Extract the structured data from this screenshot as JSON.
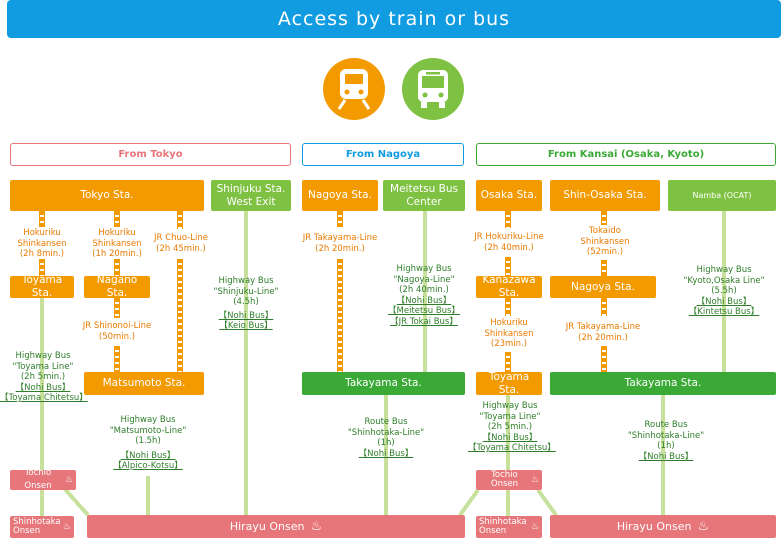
{
  "title": "Access by train or bus",
  "icons": {
    "train": "train-icon",
    "bus": "bus-icon"
  },
  "colors": {
    "banner": "#119be0",
    "rail": "#f39a00",
    "bus_stop": "#7fc142",
    "hub": "#3aa935",
    "onsen": "#e6767a",
    "tokyo_header": "#e6767a",
    "nagoya_header": "#119be0",
    "kansai_header": "#3aa935"
  },
  "headers": {
    "tokyo": "From Tokyo",
    "nagoya": "From Nagoya",
    "kansai": "From Kansai (Osaka, Kyoto)"
  },
  "stations": {
    "tokyo_sta": "Tokyo Sta.",
    "shinjuku": "Shinjuku Sta. West Exit",
    "nagoya_sta": "Nagoya Sta.",
    "meitetsu": "Meitetsu Bus Center",
    "osaka_sta": "Osaka Sta.",
    "shin_osaka": "Shin-Osaka Sta.",
    "namba": "Namba (OCAT)",
    "toyama_tokyo": "Toyama Sta.",
    "nagano": "Nagano Sta.",
    "matsumoto": "Matsumoto Sta.",
    "takayama_nagoya": "Takayama Sta.",
    "kanazawa": "Kanazawa Sta.",
    "nagoya_kansai": "Nagoya Sta.",
    "toyama_kansai": "Toyama Sta.",
    "takayama_kansai": "Takayama Sta.",
    "tochio_left": "Tochio Onsen",
    "tochio_right": "Tochio Onsen",
    "shinhotaka_left": "Shinhotaka Onsen",
    "shinhotaka_right": "Shinhotaka Onsen",
    "hirayu_left": "Hirayu Onsen",
    "hirayu_right": "Hirayu Onsen"
  },
  "routes": {
    "hokuriku1": [
      "Hokuriku",
      "Shinkansen",
      "(2h 8min.)"
    ],
    "hokuriku2": [
      "Hokuriku",
      "Shinkansen",
      "(1h 20min.)"
    ],
    "chuo": [
      "JR Chuo-Line",
      "(2h 45min.)"
    ],
    "shinonoi": [
      "JR Shinonoi-Line",
      "(50min.)"
    ],
    "toyama_bus": {
      "lines": [
        "Highway Bus",
        "\"Toyama Line\"",
        "(2h 5min.)"
      ],
      "companies": [
        "【Nohi Bus】",
        "【Toyama Chitetsu】"
      ]
    },
    "matsumoto_bus": {
      "lines": [
        "Highway Bus",
        "\"Matsumoto-Line\"",
        "(1.5h)"
      ],
      "companies": [
        "【Nohi Bus】",
        "【Alpico-Kotsu】"
      ]
    },
    "shinjuku_bus": {
      "lines": [
        "Highway Bus",
        "\"Shinjuku-Line\"",
        "(4.5h)"
      ],
      "companies": [
        "【Nohi Bus】",
        "【Keio Bus】"
      ]
    },
    "takayama_line": [
      "JR Takayama-Line",
      "(2h 20min.)"
    ],
    "nagoya_bus": {
      "lines": [
        "Highway Bus",
        "\"Nagoya-Line\"",
        "(2h 40min.)"
      ],
      "companies": [
        "【Nohi Bus】",
        "【Meitetsu Bus】",
        "【JR Tokai Bus】"
      ]
    },
    "route_bus_nagoya": {
      "lines": [
        "Route Bus",
        "\"Shinhotaka-Line\"",
        "(1h)"
      ],
      "companies": [
        "【Nohi Bus】"
      ]
    },
    "jr_hokuriku": [
      "JR Hokuriku-Line",
      "(2h 40min.)"
    ],
    "hokuriku_kanazawa": [
      "Hokuriku",
      "Shinkansen",
      "(23min.)"
    ],
    "tokaido": [
      "Tokaido",
      "Shinkansen",
      "(52min.)"
    ],
    "takayama_line_kansai": [
      "JR Takayama-Line",
      "(2h 20min.)"
    ],
    "kyoto_osaka_bus": {
      "lines": [
        "Highway Bus",
        "\"Kyoto,Osaka Line\"",
        "(5.5h)"
      ],
      "companies": [
        "【Nohi Bus】",
        "【Kintetsu Bus】"
      ]
    },
    "toyama_bus_kansai": {
      "lines": [
        "Highway Bus",
        "\"Toyama Line\"",
        "(2h 5min.)"
      ],
      "companies": [
        "【Nohi Bus】",
        "【Toyama Chitetsu】"
      ]
    },
    "route_bus_kansai": {
      "lines": [
        "Route Bus",
        "\"Shinhotaka-Line\"",
        "(1h)"
      ],
      "companies": [
        "【Nohi Bus】"
      ]
    }
  }
}
